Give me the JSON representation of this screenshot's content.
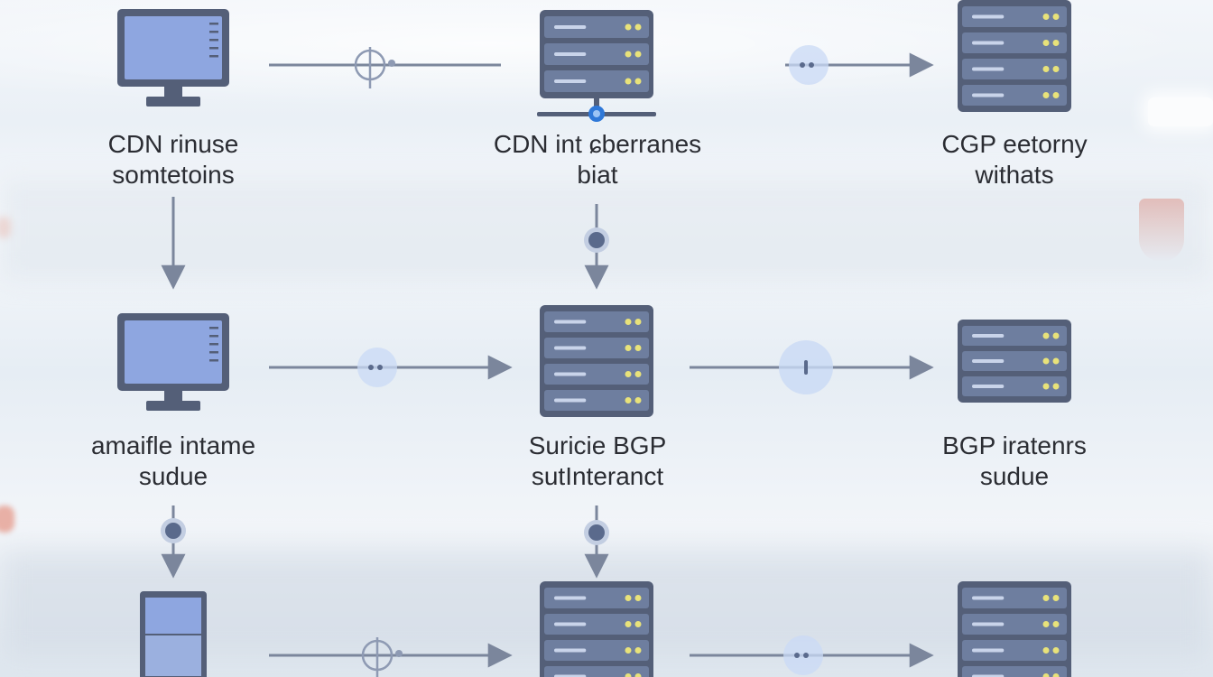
{
  "nodes": [
    {
      "id": "n1",
      "kind": "monitor",
      "label": [
        "CDN rinuse",
        "somtetoins"
      ]
    },
    {
      "id": "n2",
      "kind": "server-network",
      "label": [
        "CDN int ɕberranes",
        "biat"
      ]
    },
    {
      "id": "n3",
      "kind": "server-4",
      "label": [
        "CGP eetorny",
        "withats"
      ]
    },
    {
      "id": "n4",
      "kind": "monitor",
      "label": [
        "amaifle intame",
        "sudue"
      ]
    },
    {
      "id": "n5",
      "kind": "server-4",
      "label": [
        "Suricie BGP",
        "sutInteranct"
      ]
    },
    {
      "id": "n6",
      "kind": "server-3",
      "label": [
        "BGP iratenrs",
        "sudue"
      ]
    },
    {
      "id": "n7",
      "kind": "tower",
      "label": []
    },
    {
      "id": "n8",
      "kind": "server-4",
      "label": []
    },
    {
      "id": "n9",
      "kind": "server-4",
      "label": []
    }
  ],
  "edges": [
    {
      "from": "n1",
      "to": "n2",
      "direction": "right",
      "marker": "connector-icon"
    },
    {
      "from": "n2",
      "to": "n3",
      "direction": "right",
      "marker": "dot-icon"
    },
    {
      "from": "n1",
      "to": "n4",
      "direction": "down",
      "marker": "none"
    },
    {
      "from": "n2",
      "to": "n5",
      "direction": "down",
      "marker": "node-icon"
    },
    {
      "from": "n4",
      "to": "n5",
      "direction": "right",
      "marker": "dot-icon"
    },
    {
      "from": "n5",
      "to": "n6",
      "direction": "right",
      "marker": "info-icon"
    },
    {
      "from": "n4",
      "to": "n7",
      "direction": "down",
      "marker": "node-icon"
    },
    {
      "from": "n5",
      "to": "n8",
      "direction": "down",
      "marker": "node-icon"
    },
    {
      "from": "n7",
      "to": "n8",
      "direction": "right",
      "marker": "connector-icon"
    },
    {
      "from": "n8",
      "to": "n9",
      "direction": "right",
      "marker": "dot-icon"
    }
  ],
  "colors": {
    "icon_dark": "#545f78",
    "icon_panel": "#6e7e9f",
    "screen_fill": "#8ea6e0",
    "led": "#e8e27a",
    "line": "#7b869c",
    "accent_blue": "#2f78d8",
    "halo": "#c9daf5",
    "label_text": "#2b2d33"
  }
}
